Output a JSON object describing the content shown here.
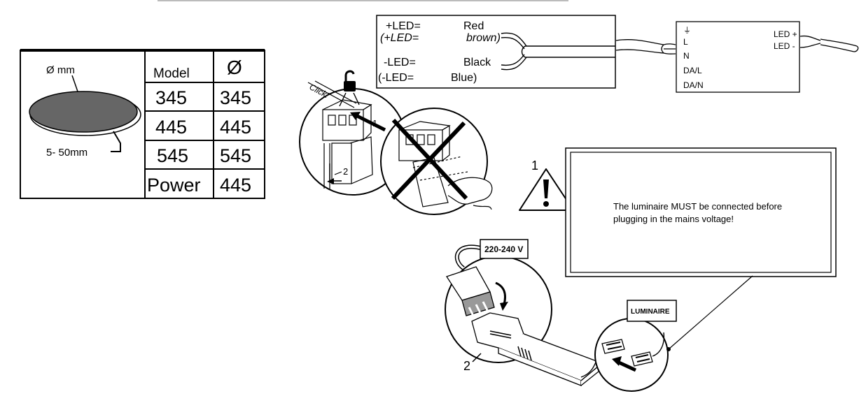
{
  "cutout": {
    "diameter_label": "Ø mm",
    "thickness_label": "5- 50mm"
  },
  "table": {
    "headers": [
      "Model",
      "Ø"
    ],
    "rows": [
      [
        "345",
        "345"
      ],
      [
        "445",
        "445"
      ],
      [
        "545",
        "545"
      ],
      [
        "Power",
        "445"
      ]
    ]
  },
  "wiring": {
    "plus_led": "+LED=",
    "plus_led_alt": "(+LED=",
    "red": "Red",
    "brown": "brown)",
    "minus_led": "-LED=",
    "minus_led_alt": "(-LED=",
    "black": "Black",
    "blue": "Blue)"
  },
  "driver": {
    "ground_symbol": "⏚",
    "terminals_left": [
      "L",
      "N",
      "DA/L",
      "DA/N"
    ],
    "terminals_right": [
      "LED +",
      "LED -"
    ]
  },
  "connector": {
    "click_label": "Click!",
    "step1": "1",
    "step2": "2"
  },
  "warning": {
    "step_number": "1",
    "message_line1": "The luminaire MUST be connected before",
    "message_line2": "plugging in the mains voltage!"
  },
  "install": {
    "voltage_label": "220-240 V",
    "luminaire_label": "LUMINAIRE",
    "step_number": "2"
  }
}
